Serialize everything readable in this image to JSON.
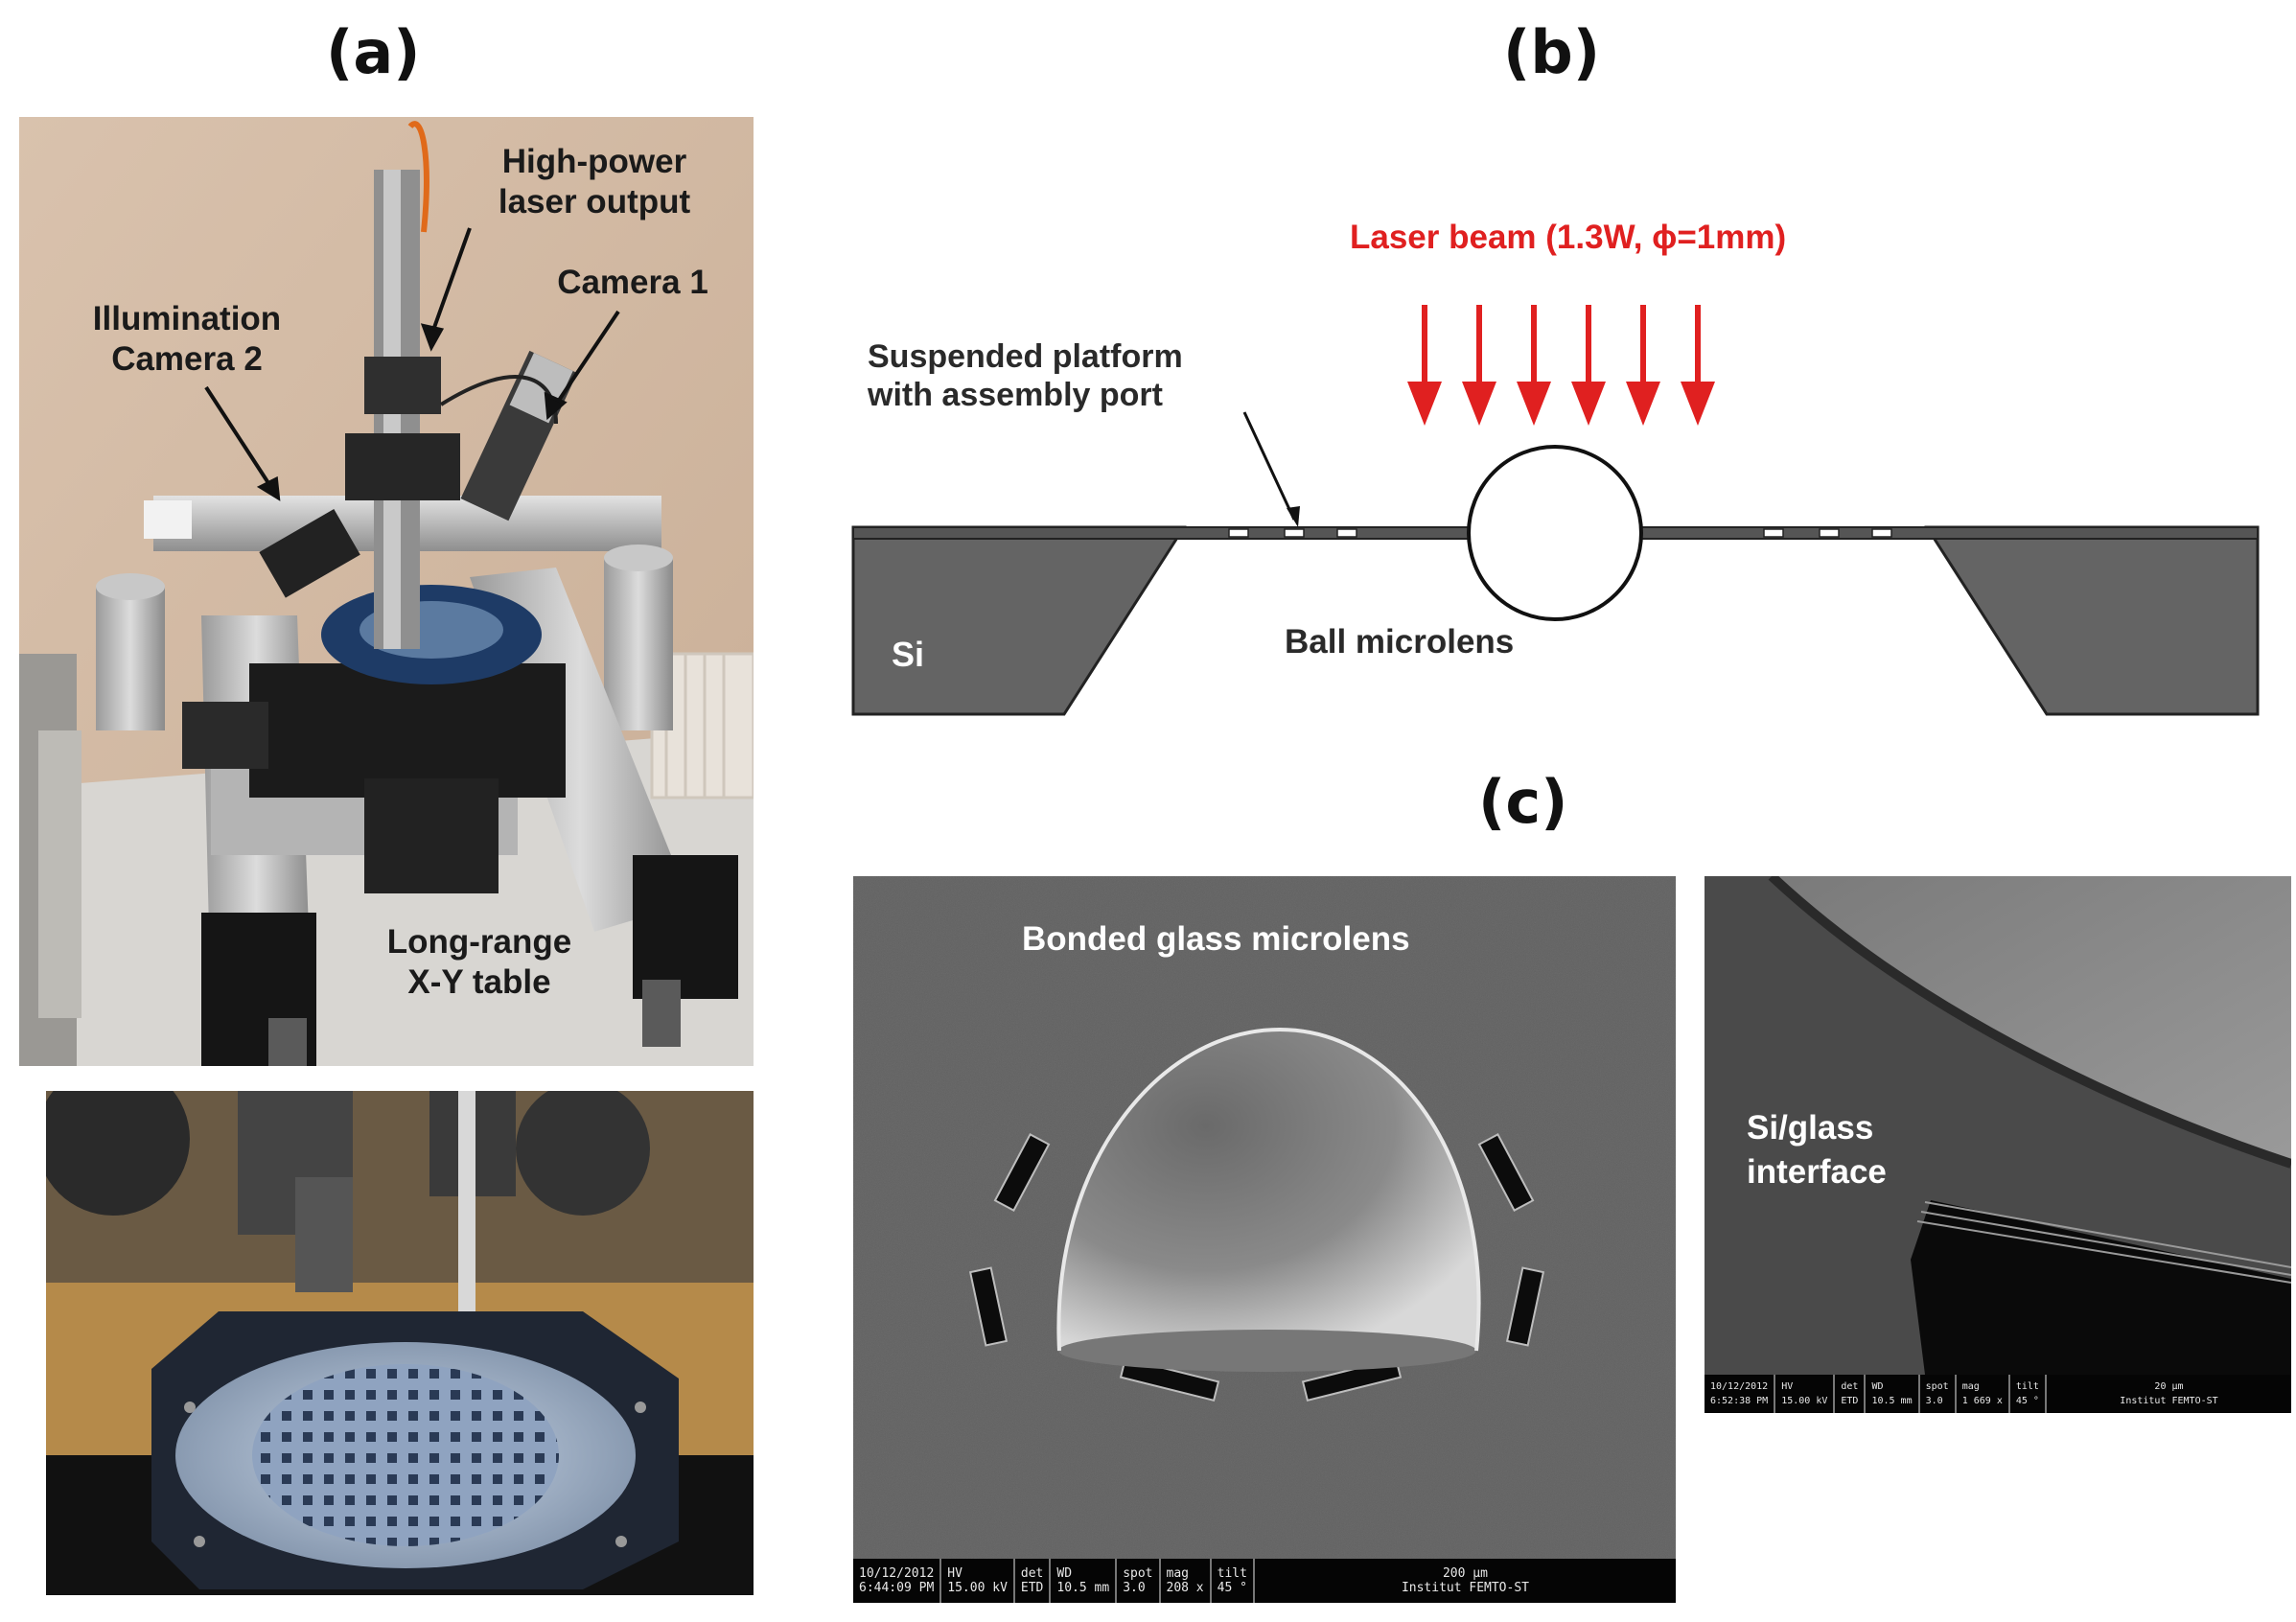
{
  "panel_labels": {
    "a": "(a)",
    "b": "(b)",
    "c": "(c)"
  },
  "panel_a": {
    "labels": {
      "laser_output_line1": "High-power",
      "laser_output_line2": "laser output",
      "camera1": "Camera 1",
      "illumination_line1": "Illumination",
      "illumination_line2": "Camera 2",
      "xy_table_line1": "Long-range",
      "xy_table_line2": "X-Y table"
    }
  },
  "panel_b": {
    "laser_beam": "Laser beam (1.3W, ϕ=1mm)",
    "platform_line1": "Suspended platform",
    "platform_line2": "with assembly port",
    "si_label": "Si",
    "ball_label": "Ball microlens",
    "colors": {
      "laser": "#e02020",
      "substrate": "#646464"
    }
  },
  "panel_c": {
    "left_title": "Bonded glass microlens",
    "right_line1": "Si/glass",
    "right_line2": "interface",
    "left_databar": {
      "date": "10/12/2012",
      "time": "6:44:09 PM",
      "hv_head": "HV",
      "hv": "15.00 kV",
      "det_head": "det",
      "det": "ETD",
      "wd_head": "WD",
      "wd": "10.5 mm",
      "spot_head": "spot",
      "spot": "3.0",
      "mag_head": "mag",
      "mag": "208 x",
      "tilt_head": "tilt",
      "tilt": "45 °",
      "scale": "200 µm",
      "institute": "Institut FEMTO-ST"
    },
    "right_databar": {
      "date": "10/12/2012",
      "time": "6:52:38 PM",
      "hv_head": "HV",
      "hv": "15.00 kV",
      "det_head": "det",
      "det": "ETD",
      "wd_head": "WD",
      "wd": "10.5 mm",
      "spot_head": "spot",
      "spot": "3.0",
      "mag_head": "mag",
      "mag": "1 669 x",
      "tilt_head": "tilt",
      "tilt": "45 °",
      "scale": "20 µm",
      "institute": "Institut FEMTO-ST"
    }
  }
}
